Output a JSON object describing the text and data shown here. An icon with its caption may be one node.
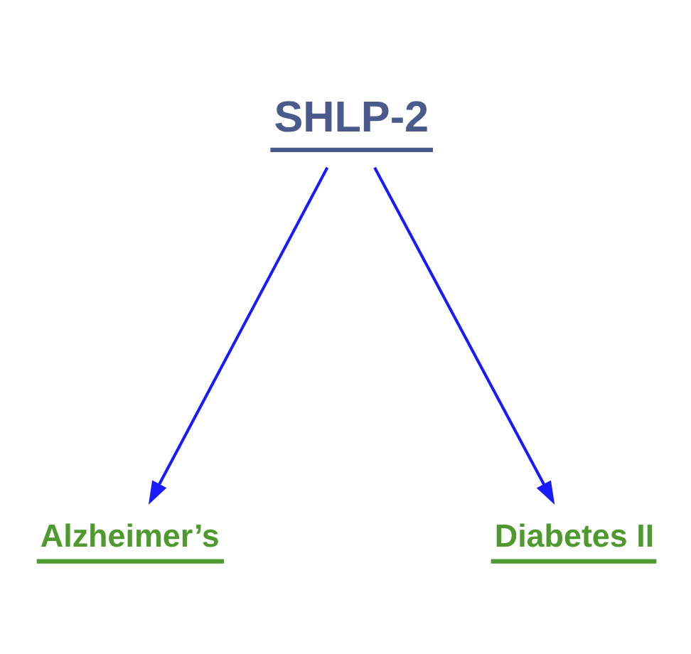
{
  "diagram": {
    "nodes": [
      {
        "text": [
          "SHLP-2"
        ]
      },
      {
        "text": [
          "Alzheimer’s"
        ]
      },
      {
        "text": [
          "Diabetes II"
        ]
      }
    ],
    "edges": [
      {
        "from": 0,
        "to": 1,
        "arrow": "to"
      },
      {
        "from": 0,
        "to": 2,
        "arrow": "to"
      }
    ]
  }
}
